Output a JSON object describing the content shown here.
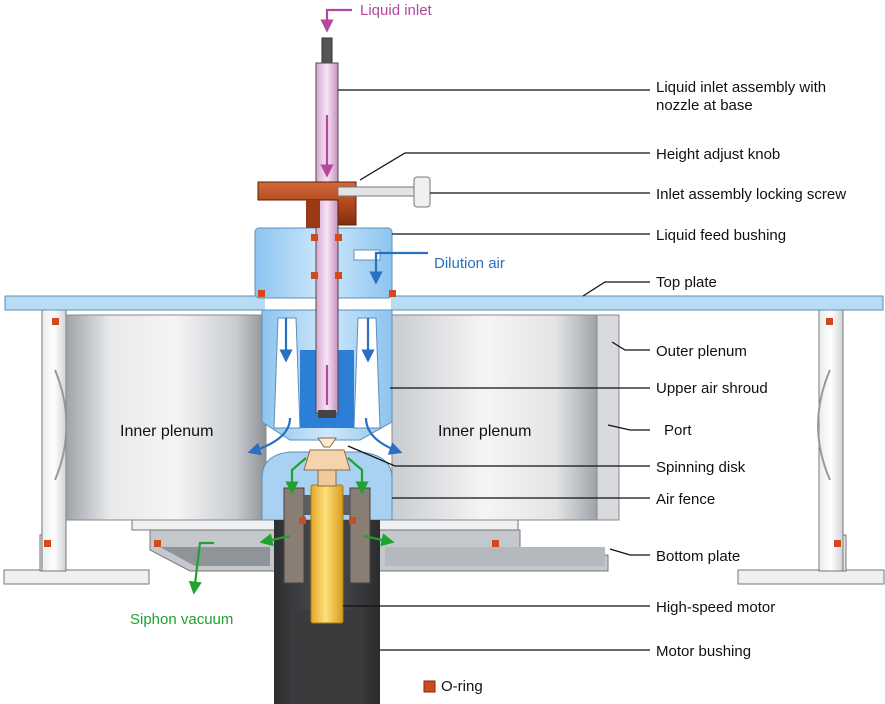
{
  "labels": {
    "liquid_inlet": "Liquid inlet",
    "inlet_assembly_line1": "Liquid inlet assembly with",
    "inlet_assembly_line2": "nozzle at base",
    "height_knob": "Height adjust knob",
    "locking_screw": "Inlet assembly locking screw",
    "feed_bushing": "Liquid feed bushing",
    "dilution_air": "Dilution air",
    "top_plate": "Top plate",
    "outer_plenum": "Outer plenum",
    "upper_air_shroud": "Upper air shroud",
    "inner_plenum_left": "Inner plenum",
    "inner_plenum_right": "Inner plenum",
    "port": "Port",
    "spinning_disk": "Spinning disk",
    "air_fence": "Air fence",
    "bottom_plate": "Bottom plate",
    "siphon_vacuum": "Siphon vacuum",
    "high_speed_motor": "High-speed motor",
    "motor_bushing": "Motor bushing",
    "o_ring": "O-ring"
  },
  "colors": {
    "liquid": "#b5489e",
    "air": "#2a6fc2",
    "siphon": "#1fa22f",
    "orange_knob": "#b2491e",
    "o_ring": "#d04a1a",
    "blue_light": "#b9dcf5",
    "blue_mid": "#5aa3e4",
    "motor_gold": "#f2c33d"
  }
}
